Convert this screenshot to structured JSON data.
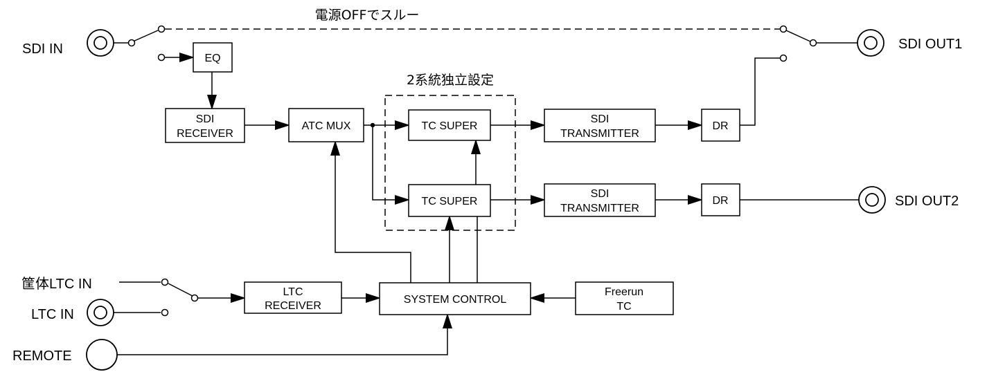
{
  "title": "電源OFFでスルー",
  "group_label": "2系統独立設定",
  "ports": {
    "sdi_in": "SDI IN",
    "sdi_out1": "SDI OUT1",
    "sdi_out2": "SDI OUT2",
    "chassis_ltc_in": "筐体LTC IN",
    "ltc_in": "LTC IN",
    "remote": "REMOTE"
  },
  "blocks": {
    "eq": [
      "EQ"
    ],
    "sdi_receiver": [
      "SDI",
      "RECEIVER"
    ],
    "atc_mux": [
      "ATC MUX"
    ],
    "tc_super_1": [
      "TC SUPER"
    ],
    "tc_super_2": [
      "TC SUPER"
    ],
    "sdi_transmitter_1": [
      "SDI",
      "TRANSMITTER"
    ],
    "sdi_transmitter_2": [
      "SDI",
      "TRANSMITTER"
    ],
    "dr_1": [
      "DR"
    ],
    "dr_2": [
      "DR"
    ],
    "ltc_receiver": [
      "LTC",
      "RECEIVER"
    ],
    "system_control": [
      "SYSTEM CONTROL"
    ],
    "freerun_tc": [
      "Freerun",
      "TC"
    ]
  }
}
